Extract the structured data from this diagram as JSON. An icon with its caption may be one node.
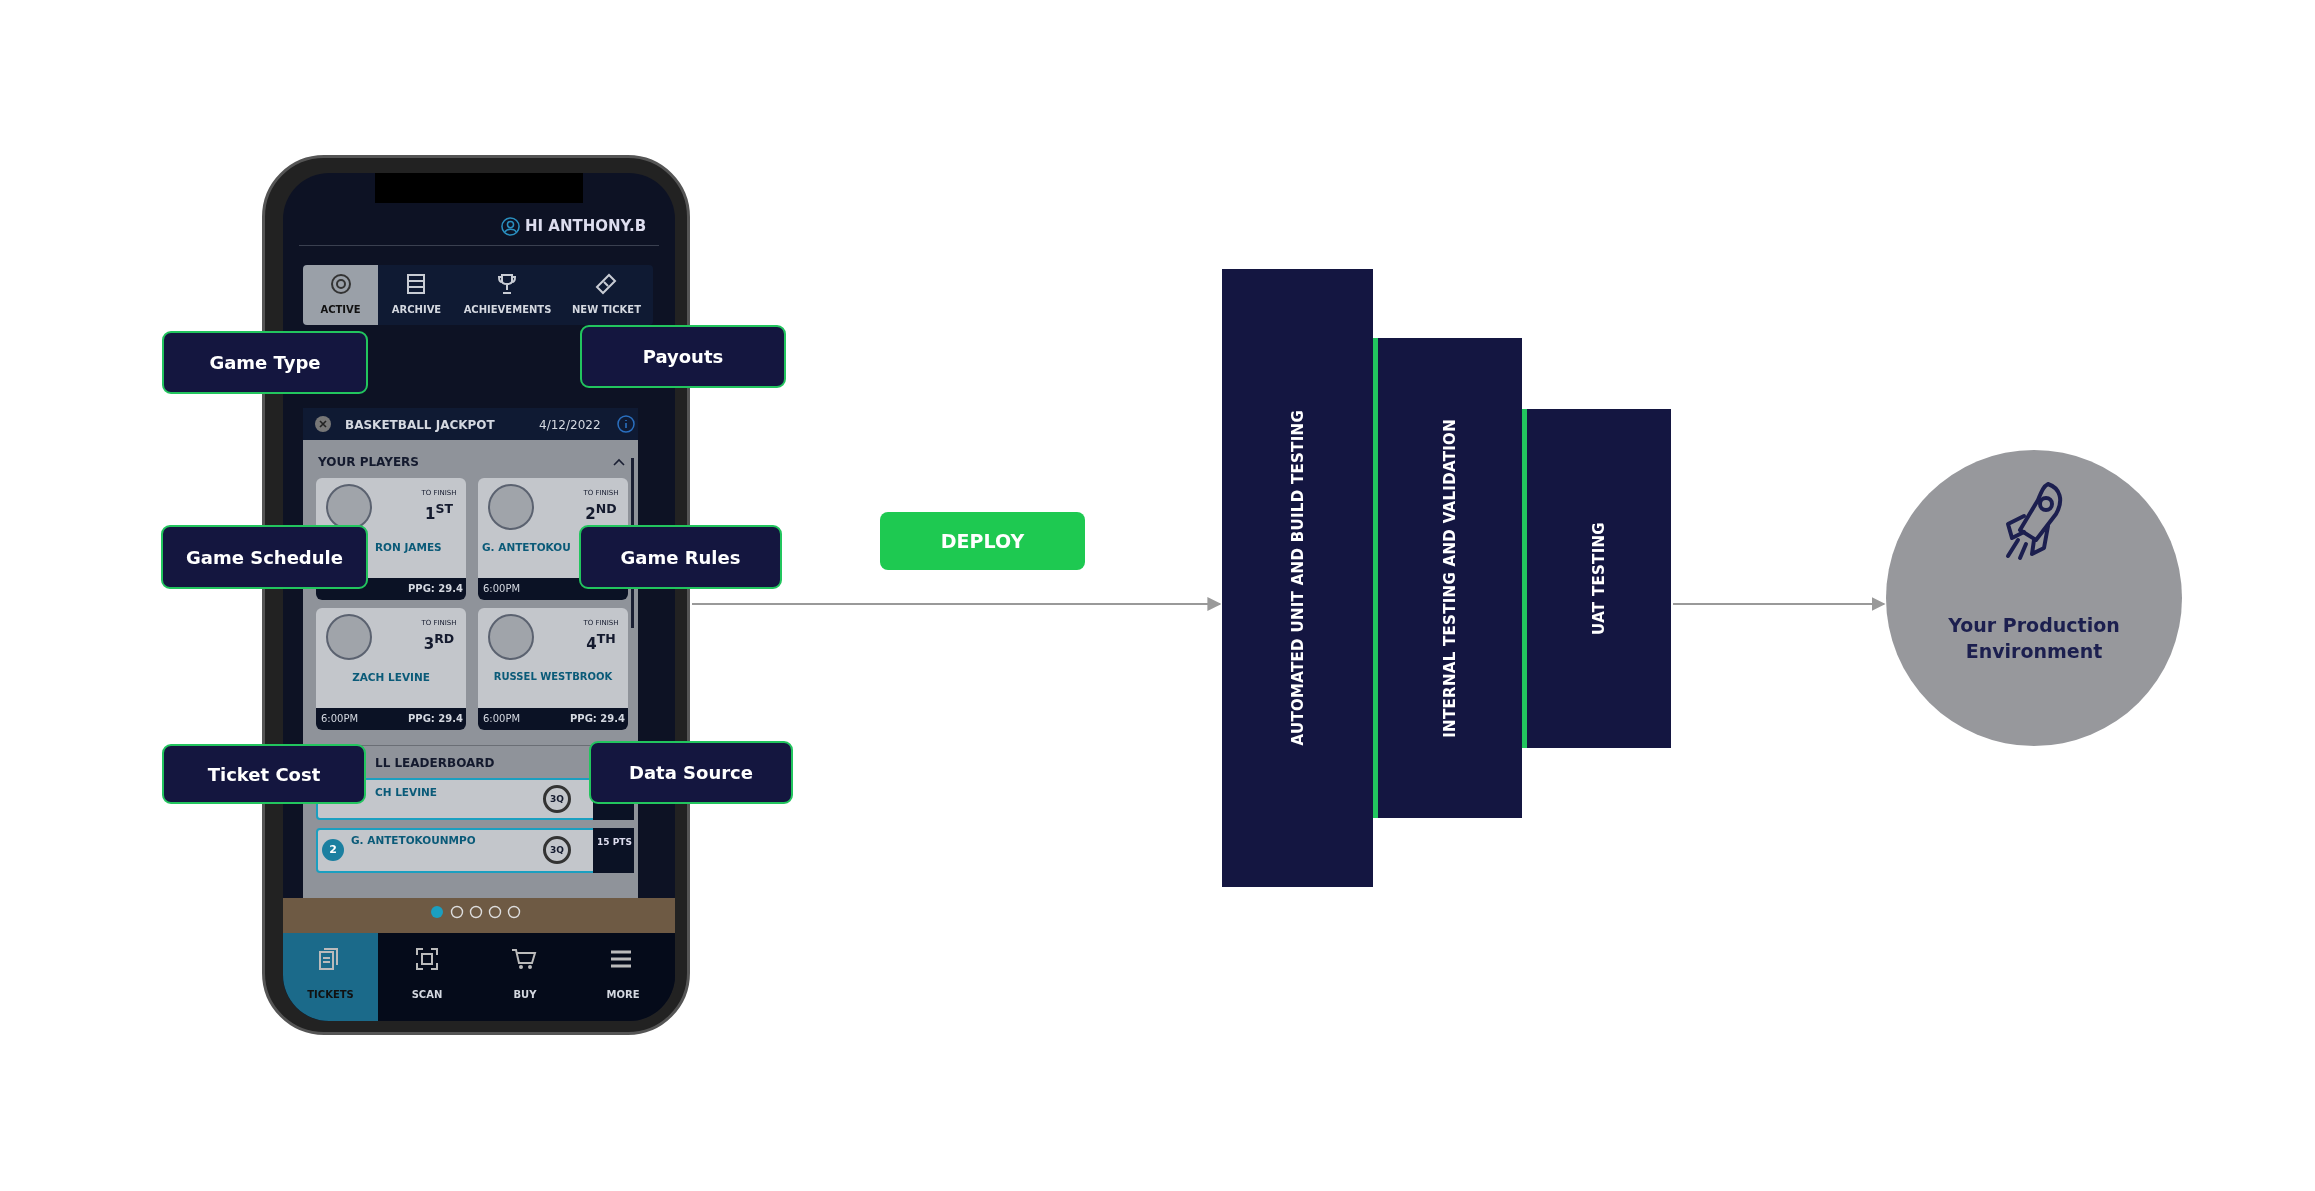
{
  "diagram": {
    "nodes": [
      {
        "text": [],
        "shape": "picture"
      },
      {
        "text": [
          "Game Type"
        ]
      },
      {
        "text": [
          "Payouts"
        ]
      },
      {
        "text": [
          "Game Schedule"
        ]
      },
      {
        "text": [
          "Game Rules"
        ]
      },
      {
        "text": [
          "Ticket Cost"
        ]
      },
      {
        "text": [
          "Data Source"
        ]
      },
      {
        "text": [
          "DEPLOY"
        ]
      },
      {
        "text": [
          "AUTOMATED UNIT AND BUILD TESTING"
        ]
      },
      {
        "text": [
          "INTERNAL TESTING AND VALIDATION"
        ]
      },
      {
        "text": [
          "UAT TESTING"
        ]
      },
      {
        "text": [
          "Your Production Environment"
        ]
      }
    ],
    "edges": [
      {
        "from": 0,
        "to": 8,
        "arrow": "to"
      },
      {
        "from": 10,
        "to": 11,
        "arrow": "to"
      }
    ],
    "labels": [
      "HI ANTHONY.B",
      "ACTIVE",
      "ARCHIVE",
      "ACHIEVEMENTS",
      "NEW TICKET",
      "BASKETBALL JACKPOT",
      "4/12/2022",
      "YOUR PLAYERS",
      "TO FINISH",
      "1$^{ST}$",
      "RON JAMES",
      "PPG: 29.4",
      "TO FINISH",
      "2$^{ND}$",
      "G. ANTETOKOU",
      "6:00PM",
      "TO FINISH",
      "3$^{RD}$",
      "ZACH LEVINE",
      "6:00PM",
      "PPG: 29.4",
      "TO FINISH",
      "4$^{TH}$",
      "RUSSEL WESTBROOK",
      "6:00PM",
      "PPG: 29.4",
      "LL LEADERBOARD",
      "CH LEVINE",
      "3Q",
      "2",
      "G. ANTETOKOUNMPO",
      "3Q",
      "15 PTS",
      "TICKETS",
      "SCAN",
      "BUY",
      "MORE"
    ]
  }
}
